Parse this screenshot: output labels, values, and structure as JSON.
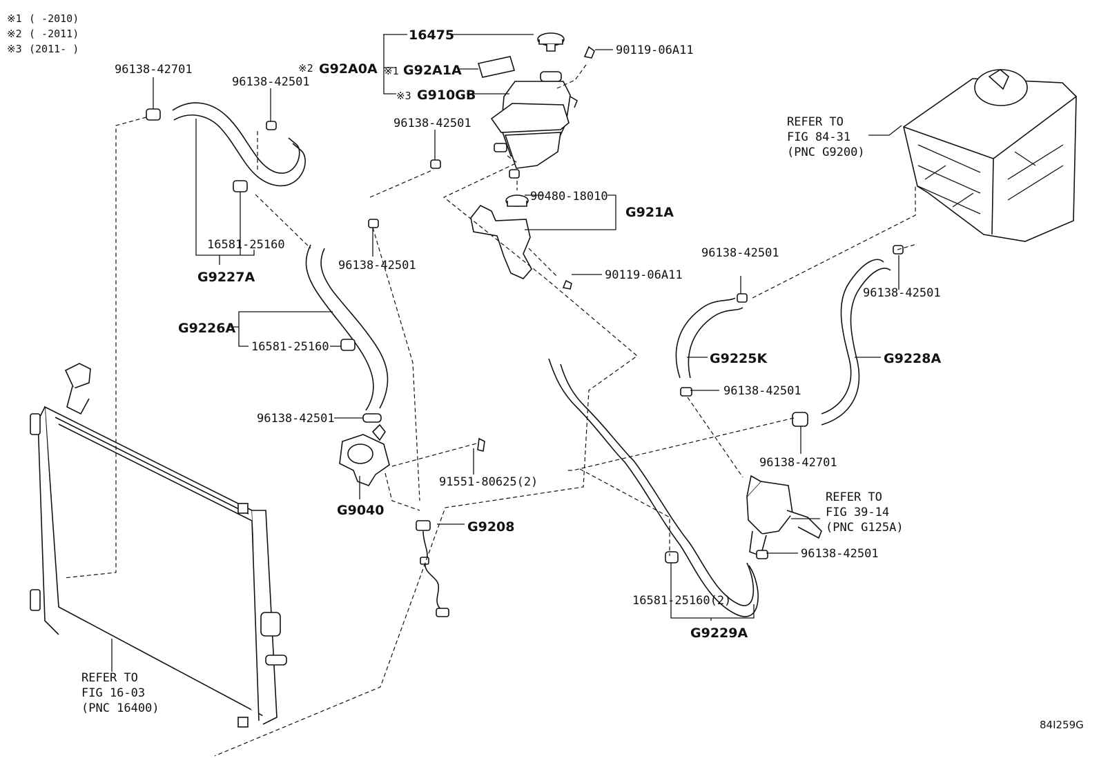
{
  "notes": [
    {
      "mark": "※1",
      "range": "(    -2010)"
    },
    {
      "mark": "※2",
      "range": "(    -2011)"
    },
    {
      "mark": "※3",
      "range": "(2011-    )"
    }
  ],
  "callouts": {
    "p16475": "16475",
    "g92a0a": "G92A0A",
    "g92a0a_mark": "※2",
    "g92a1a": "G92A1A",
    "g92a1a_mark": "※1",
    "g910gb": "G910GB",
    "g910gb_mark": "※3",
    "bolt_top": "90119-06A11",
    "clamp_42701_top": "96138-42701",
    "clamp_42501_top": "96138-42501",
    "clamp_42501_tank": "96138-42501",
    "grommet": "90480-18010",
    "g921a": "G921A",
    "bolt_bracket": "90119-06A11",
    "clip_16581_top": "16581-25160",
    "g9227a": "G9227A",
    "clamp_42501_mid": "96138-42501",
    "g9226a": "G9226A",
    "clip_16581_mid": "16581-25160",
    "clamp_42501_pump": "96138-42501",
    "g9040": "G9040",
    "bolt_pump": "91551-80625(2)",
    "g9208": "G9208",
    "clamp_42501_g9225k_top": "96138-42501",
    "g9225k": "G9225K",
    "clamp_42501_g9225k_bot": "96138-42501",
    "clamp_42501_g9228a_top": "96138-42501",
    "g9228a": "G9228A",
    "clamp_42701_right": "96138-42701",
    "clamp_42501_exch": "96138-42501",
    "clip_16581_bot": "16581-25160(2)",
    "g9229a": "G9229A"
  },
  "refs": {
    "inverter": [
      "REFER TO",
      "FIG 84-31",
      "(PNC G9200)"
    ],
    "exchanger": [
      "REFER TO",
      "FIG 39-14",
      "(PNC G125A)"
    ],
    "radiator": [
      "REFER TO",
      "FIG 16-03",
      "(PNC 16400)"
    ]
  },
  "figure_id": "84I259G"
}
